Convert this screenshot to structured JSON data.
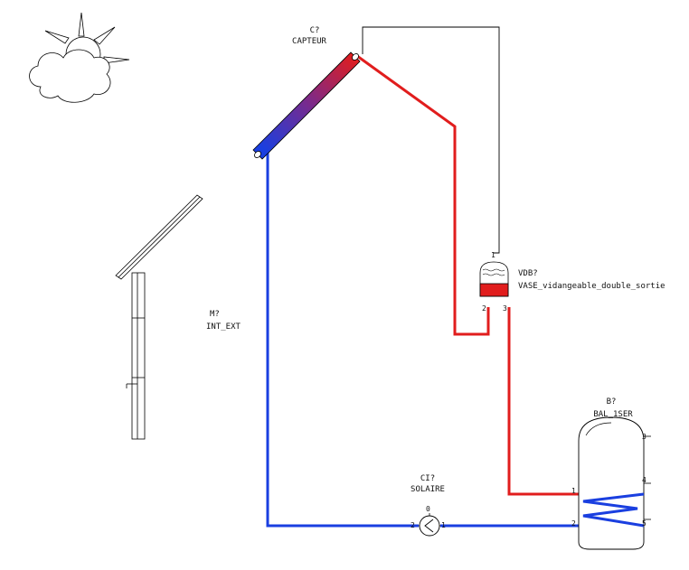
{
  "colors": {
    "hot": "#e11d1d",
    "cold": "#1a3fe0",
    "line": "#000000"
  },
  "icons": [
    "sun-behind-cloud-icon",
    "circulator-pump-icon"
  ],
  "components": {
    "capteur": {
      "ref": "C?",
      "name": "CAPTEUR"
    },
    "vase": {
      "ref": "VDB?",
      "name": "VASE_vidangeable_double_sortie",
      "pins": {
        "top": "1",
        "left": "2",
        "right": "3"
      }
    },
    "interface": {
      "ref": "M?",
      "name": "INT_EXT"
    },
    "pump": {
      "ref": "CI?",
      "name": "SOLAIRE",
      "pins": {
        "top": "0",
        "left": "2",
        "right": "1"
      }
    },
    "ballon": {
      "ref": "B?",
      "name": "BAL_1SER",
      "pins": {
        "p1": "1",
        "p2": "2",
        "p3": "3",
        "p4": "4",
        "p5": "5"
      }
    }
  }
}
